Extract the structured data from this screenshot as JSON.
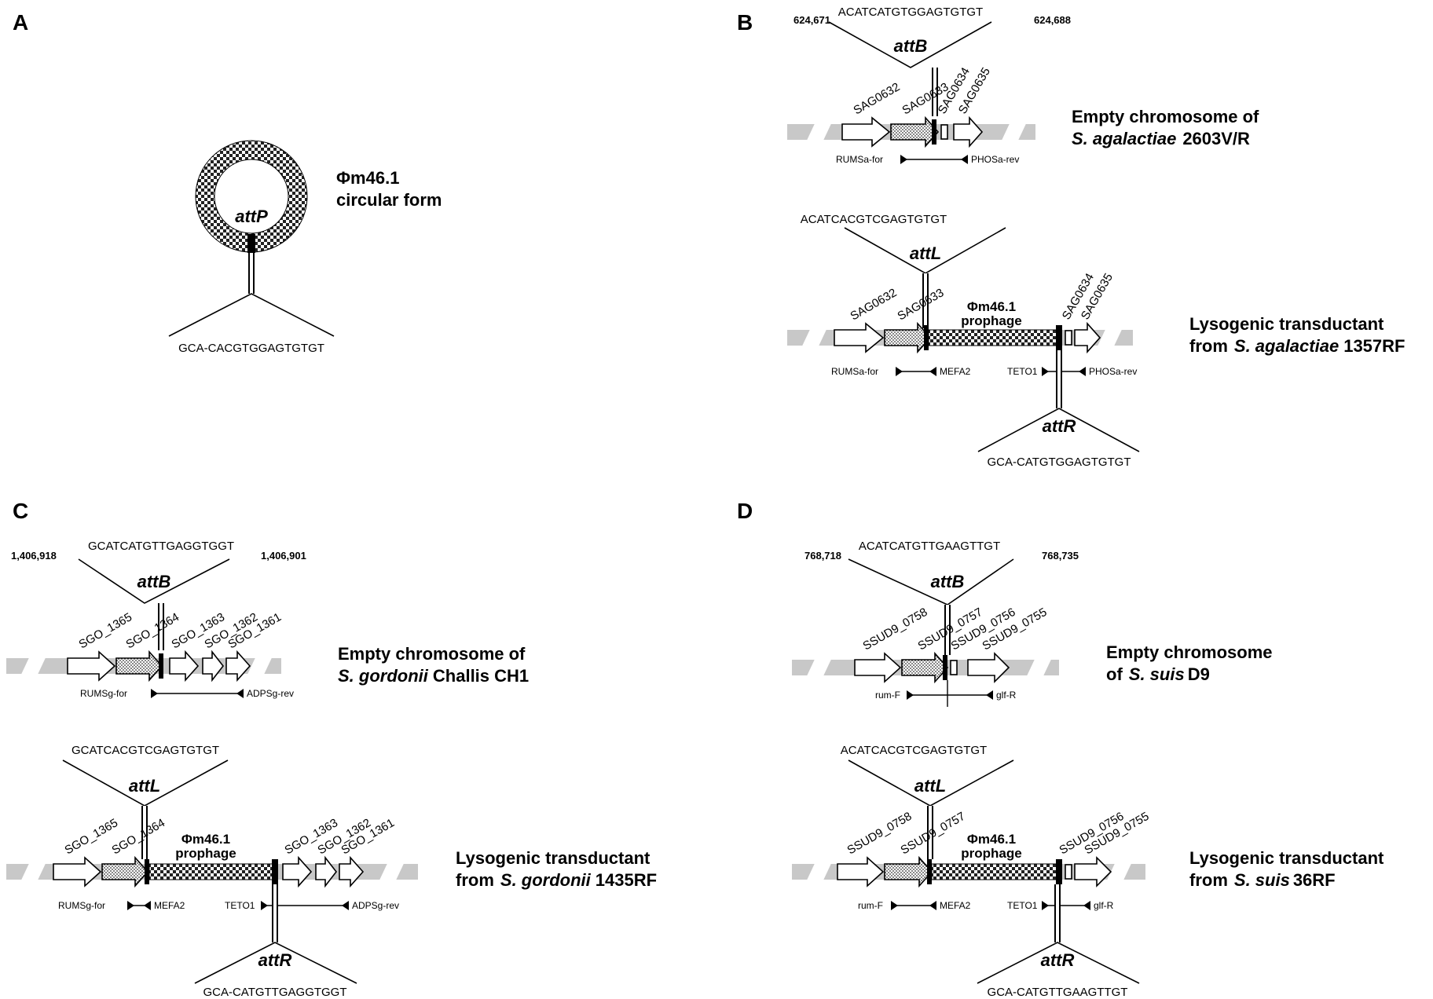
{
  "panels": {
    "A": {
      "label": "A",
      "site": "attP",
      "caption": [
        "Φm46.1",
        "circular form"
      ],
      "seq": "GCA-CACGTGGAGTGTGT"
    },
    "B": {
      "label": "B",
      "top": {
        "seq": "ACATCATGTGGAGTGTGT",
        "coord_left": "624,671",
        "coord_right": "624,688",
        "site": "attB",
        "genes": [
          "SAG0632",
          "SAG0633",
          "SAG0634",
          "SAG0635"
        ],
        "primers": [
          "RUMSa-for",
          "PHOSa-rev"
        ],
        "caption": [
          "Empty chromosome of",
          "S. agalactiae",
          "2603V/R"
        ]
      },
      "bottom": {
        "seq_left": "ACATCACGTCGAGTGTGT",
        "site_left": "attL",
        "genes_left": [
          "SAG0632",
          "SAG0633"
        ],
        "phage": [
          "Φm46.1",
          "prophage"
        ],
        "genes_right": [
          "SAG0634",
          "SAG0635"
        ],
        "primers": [
          "RUMSa-for",
          "MEFA2",
          "TETO1",
          "PHOSa-rev"
        ],
        "site_right": "attR",
        "seq_right": "GCA-CATGTGGAGTGTGT",
        "caption": [
          "Lysogenic transductant",
          "from",
          "S. agalactiae",
          "1357RF"
        ]
      }
    },
    "C": {
      "label": "C",
      "top": {
        "seq": "GCATCATGTTGAGGTGGT",
        "coord_left": "1,406,918",
        "coord_right": "1,406,901",
        "site": "attB",
        "genes": [
          "SGO_1365",
          "SGO_1364",
          "SGO_1363",
          "SGO_1362",
          "SGO_1361"
        ],
        "primers": [
          "RUMSg-for",
          "ADPSg-rev"
        ],
        "caption": [
          "Empty chromosome of",
          "S. gordonii",
          "Challis CH1"
        ]
      },
      "bottom": {
        "seq_left": "GCATCACGTCGAGTGTGT",
        "site_left": "attL",
        "genes_left": [
          "SGO_1365",
          "SGO_1364"
        ],
        "phage": [
          "Φm46.1",
          "prophage"
        ],
        "genes_right": [
          "SGO_1363",
          "SGO_1362",
          "SGO_1361"
        ],
        "primers": [
          "RUMSg-for",
          "MEFA2",
          "TETO1",
          "ADPSg-rev"
        ],
        "site_right": "attR",
        "seq_right": "GCA-CATGTTGAGGTGGT",
        "caption": [
          "Lysogenic transductant",
          "from",
          "S. gordonii",
          "1435RF"
        ]
      }
    },
    "D": {
      "label": "D",
      "top": {
        "seq": "ACATCATGTTGAAGTTGT",
        "coord_left": "768,718",
        "coord_right": "768,735",
        "site": "attB",
        "genes": [
          "SSUD9_0758",
          "SSUD9_0757",
          "SSUD9_0756",
          "SSUD9_0755"
        ],
        "primers": [
          "rum-F",
          "glf-R"
        ],
        "caption": [
          "Empty chromosome",
          "of",
          "S. suis",
          "D9"
        ]
      },
      "bottom": {
        "seq_left": "ACATCACGTCGAGTGTGT",
        "site_left": "attL",
        "genes_left": [
          "SSUD9_0758",
          "SSUD9_0757"
        ],
        "phage": [
          "Φm46.1",
          "prophage"
        ],
        "genes_right": [
          "SSUD9_0756",
          "SSUD9_0755"
        ],
        "primers": [
          "rum-F",
          "MEFA2",
          "TETO1",
          "glf-R"
        ],
        "site_right": "attR",
        "seq_right": "GCA-CATGTTGAAGTTGT",
        "caption": [
          "Lysogenic transductant",
          "from",
          "S. suis",
          "36RF"
        ]
      }
    }
  }
}
